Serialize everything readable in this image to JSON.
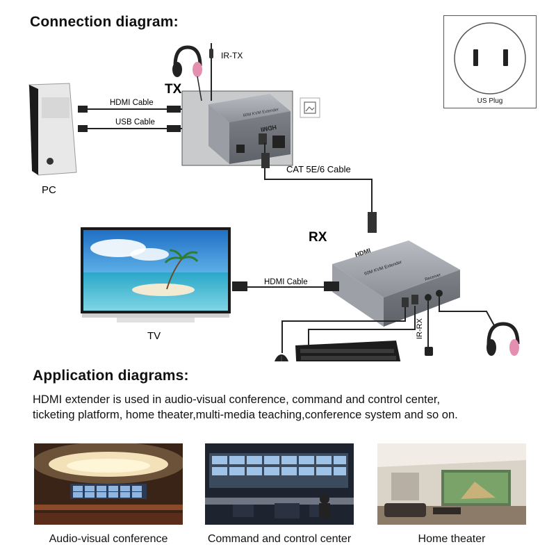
{
  "connection": {
    "title": "Connection diagram:",
    "tx_label": "TX",
    "rx_label": "RX",
    "pc_label": "PC",
    "tv_label": "TV",
    "ir_tx": "IR-TX",
    "ir_rx": "IR-RX",
    "hdmi_cable_top": "HDMI Cable",
    "usb_cable": "USB Cable",
    "cat_cable": "CAT 5E/6 Cable",
    "hdmi_cable_rx": "HDMI Cable",
    "device_text": "60M KVM Extender",
    "device_hdmi": "HDMI",
    "receiver_text": "Receiver"
  },
  "plug": {
    "label": "US Plug"
  },
  "application": {
    "title": "Application diagrams:",
    "description_line1": "HDMI extender is used in audio-visual conference, command and control center,",
    "description_line2": "ticketing platform, home theater,multi-media teaching,conference system and so on.",
    "captions": [
      "Audio-visual conference",
      "Command and control center",
      "Home theater"
    ]
  }
}
